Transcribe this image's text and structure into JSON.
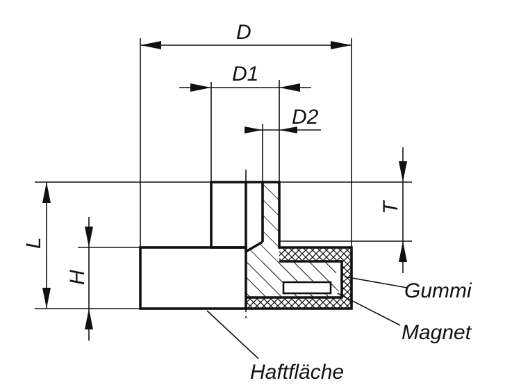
{
  "dimensions": {
    "D": "D",
    "D1": "D1",
    "D2": "D2",
    "T": "T",
    "L": "L",
    "H": "H"
  },
  "callouts": {
    "rubber": "Gummi",
    "magnet": "Magnet",
    "adhesive_surface": "Haftfläche"
  }
}
